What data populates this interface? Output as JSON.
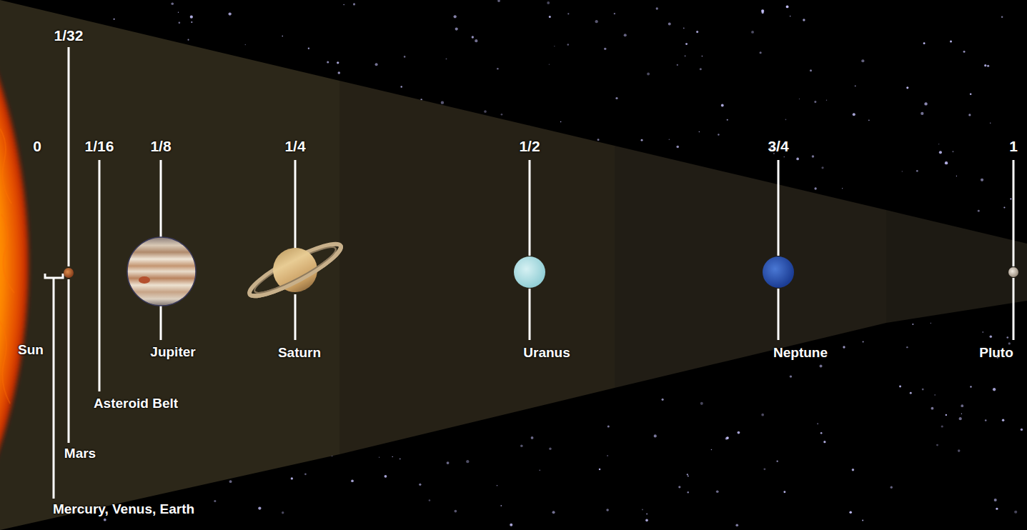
{
  "diagram": {
    "labels": [
      "1/32",
      "0",
      "1/16",
      "1/8",
      "1/4",
      "1/2",
      "3/4",
      "1",
      "Sun",
      "Jupiter",
      "Saturn",
      "Uranus",
      "Neptune",
      "Pluto",
      "Asteroid Belt",
      "Mars",
      "Mercury, Venus, Earth"
    ]
  }
}
